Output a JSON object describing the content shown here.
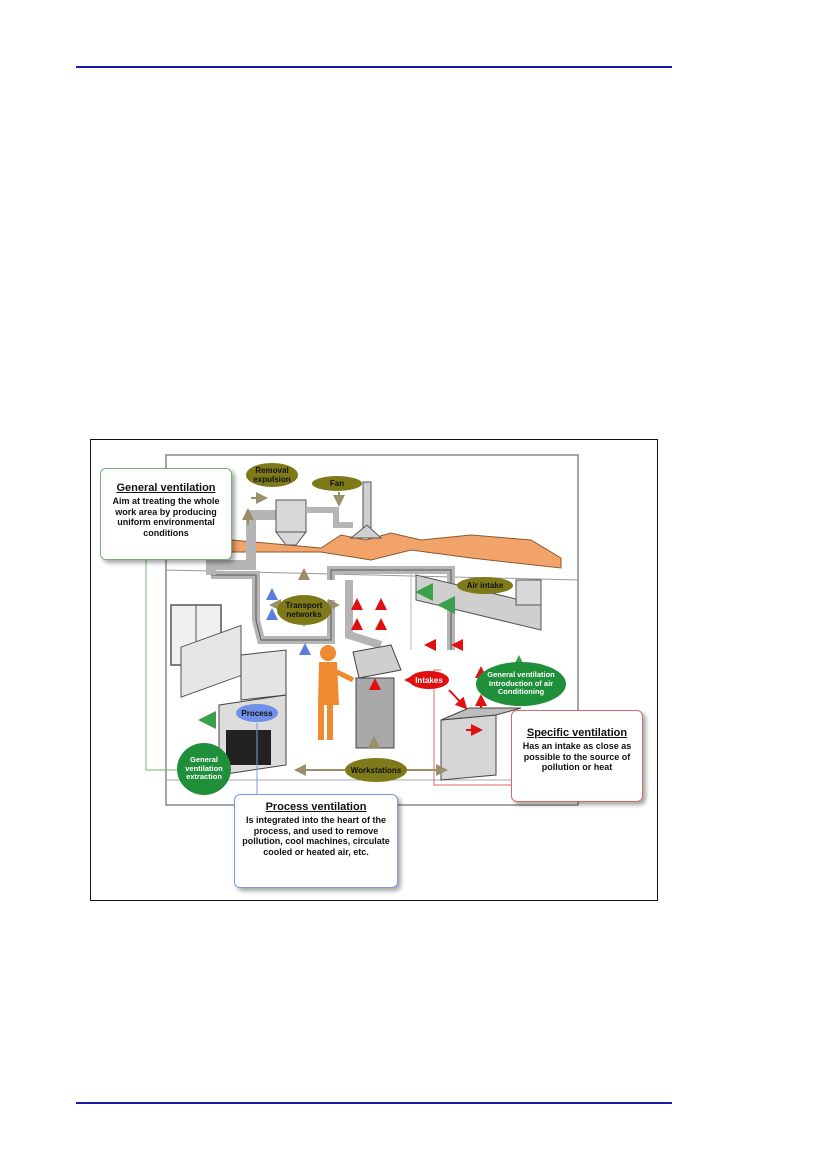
{
  "figure": {
    "callouts": {
      "general": {
        "title": "General ventilation",
        "text": "Aim at treating the whole work area by producing uniform environmental conditions"
      },
      "process": {
        "title": "Process ventilation",
        "text": "Is integrated into the heart of the process, and used to remove pollution, cool machines, circulate cooled or heated air, etc."
      },
      "specific": {
        "title": "Specific ventilation",
        "text": "Has an intake as close as possible to the source of pollution or heat"
      }
    },
    "labels": {
      "removal": "Removal expulsion",
      "fan": "Fan",
      "air_intake": "Air intake",
      "transport": "Transport networks",
      "intakes": "Intakes",
      "general_intro": "General ventilation Introduction of air Conditioning",
      "process": "Process",
      "workstations": "Workstations",
      "general_extraction": "General ventilation extraction"
    },
    "colors": {
      "olive": "#7e7a1a",
      "green": "#1f8f3a",
      "red": "#e01010",
      "blue": "#6f8fe8",
      "ceiling": "#f2a36a",
      "rule": "#1a1aa6"
    }
  }
}
